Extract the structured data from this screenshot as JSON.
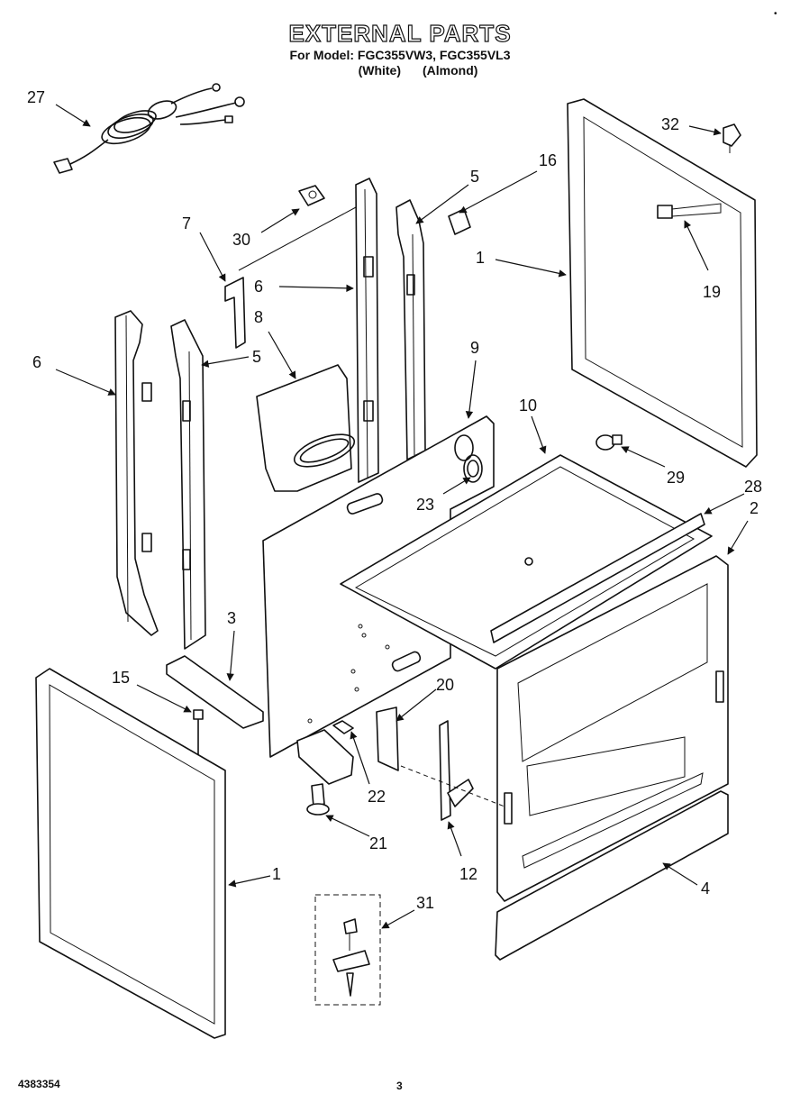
{
  "header": {
    "title": "EXTERNAL PARTS",
    "subtitle": "For Model: FGC355VW3, FGC355VL3",
    "variant_white": "(White)",
    "variant_almond": "(Almond)"
  },
  "footer": {
    "doc_number": "4383354",
    "page_number": "3"
  },
  "corner_mark": "•",
  "callouts": [
    {
      "id": "27",
      "label": "27"
    },
    {
      "id": "30",
      "label": "30"
    },
    {
      "id": "7",
      "label": "7"
    },
    {
      "id": "6a",
      "label": "6"
    },
    {
      "id": "8",
      "label": "8"
    },
    {
      "id": "5a",
      "label": "5"
    },
    {
      "id": "16",
      "label": "16"
    },
    {
      "id": "5b",
      "label": "5"
    },
    {
      "id": "1a",
      "label": "1"
    },
    {
      "id": "32",
      "label": "32"
    },
    {
      "id": "19",
      "label": "19"
    },
    {
      "id": "6b",
      "label": "6"
    },
    {
      "id": "9",
      "label": "9"
    },
    {
      "id": "10",
      "label": "10"
    },
    {
      "id": "23",
      "label": "23"
    },
    {
      "id": "29",
      "label": "29"
    },
    {
      "id": "28",
      "label": "28"
    },
    {
      "id": "2",
      "label": "2"
    },
    {
      "id": "3",
      "label": "3"
    },
    {
      "id": "15",
      "label": "15"
    },
    {
      "id": "20",
      "label": "20"
    },
    {
      "id": "22",
      "label": "22"
    },
    {
      "id": "21",
      "label": "21"
    },
    {
      "id": "12",
      "label": "12"
    },
    {
      "id": "1b",
      "label": "1"
    },
    {
      "id": "4",
      "label": "4"
    },
    {
      "id": "31",
      "label": "31"
    }
  ]
}
